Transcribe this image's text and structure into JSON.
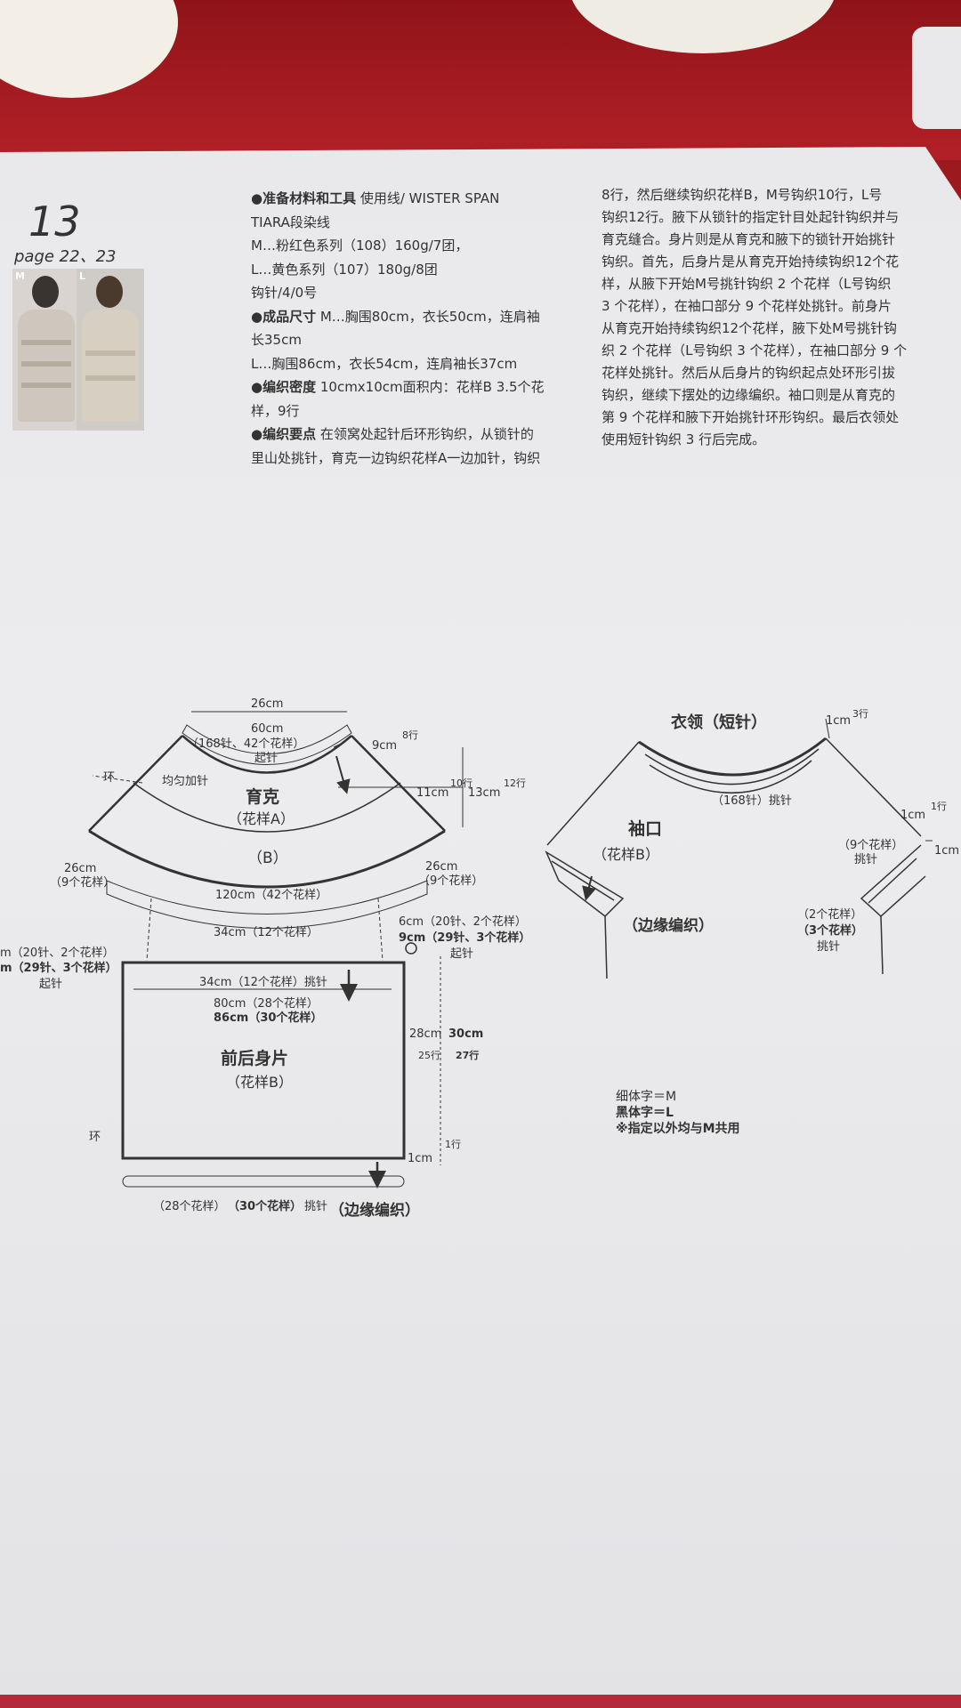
{
  "page": {
    "number": "13",
    "ref": "page 22、23",
    "photo_labels": [
      "M",
      "L"
    ]
  },
  "instructions_col1": [
    {
      "lead": "●准备材料和工具",
      "text": "  使用线/ WISTER SPAN"
    },
    {
      "lead": "",
      "text": "TIARA段染线"
    },
    {
      "lead": "",
      "text": "M…粉红色系列（108）160g/7团，"
    },
    {
      "lead": "",
      "text": "L…黄色系列（107）180g/8团"
    },
    {
      "lead": "",
      "text": "钩针/4/0号"
    },
    {
      "lead": "●成品尺寸",
      "text": "  M…胸围80cm，衣长50cm，连肩袖"
    },
    {
      "lead": "",
      "text": "长35cm"
    },
    {
      "lead": "",
      "text": "L…胸围86cm，衣长54cm，连肩袖长37cm"
    },
    {
      "lead": "●编织密度",
      "text": "  10cmx10cm面积内：花样B 3.5个花"
    },
    {
      "lead": "",
      "text": "样，9行"
    },
    {
      "lead": "●编织要点",
      "text": "  在领窝处起针后环形钩织，从锁针的"
    },
    {
      "lead": "",
      "text": "里山处挑针，育克一边钩织花样A一边加针，钩织"
    }
  ],
  "instructions_col2": [
    "8行，然后继续钩织花样B，M号钩织10行，L号",
    "钩织12行。腋下从锁针的指定针目处起针钩织并与",
    "育克缝合。身片则是从育克和腋下的锁针开始挑针",
    "钩织。首先，后身片是从育克开始持续钩织12个花",
    "样，从腋下开始M号挑针钩织 2 个花样（L号钩织",
    "3 个花样），在袖口部分 9 个花样处挑针。前身片",
    "从育克开始持续钩织12个花样，腋下处M号挑针钩",
    "织 2 个花样（L号钩织 3 个花样），在袖口部分 9 个",
    "花样处挑针。然后从后身片的钩织起点处环形引拔",
    "钩织，继续下摆处的边缘编织。袖口则是从育克的",
    "第 9 个花样和腋下开始挑针环形钩织。最后衣领处",
    "使用短针钩织 3 行后完成。"
  ],
  "yoke": {
    "top_width": "26cm",
    "neck_ch": "60cm",
    "neck_detail": "（168针、42个花样）",
    "start": "起针",
    "ring": "环",
    "increase": "均匀加针",
    "title": "育克",
    "pattern_a": "（花样A）",
    "pattern_b": "（B）",
    "left_side": "26cm",
    "left_side_sub": "（9个花样）",
    "right_side": "26cm",
    "right_side_sub": "（9个花样）",
    "bottom": "120cm（42个花样）",
    "sep_width": "34cm（12个花样）",
    "h9": "9cm",
    "h9_rows": "8行",
    "h11": "11cm",
    "h11_rows": "10行",
    "h13": "13cm",
    "h13_rows": "12行"
  },
  "body": {
    "left_m": "m（20针、2个花样）",
    "left_l": "m（29针、3个花样）",
    "left_start": "起针",
    "right_m": "6cm（20针、2个花样）",
    "right_l": "9cm（29针、3个花样）",
    "right_start": "起针",
    "pickup": "34cm（12个花样）挑针",
    "width_m": "80cm（28个花样）",
    "width_l": "86cm（30个花样）",
    "title": "前后身片",
    "pattern": "（花样B）",
    "ring": "环",
    "h_m": "28cm",
    "h_l": "30cm",
    "rows_m": "25行",
    "rows_l": "27行",
    "border_h": "1cm",
    "border_rows": "1行",
    "bottom_pickup_m": "（28个花样）",
    "bottom_pickup_l": "（30个花样）",
    "bottom_pickup_suffix": "挑针",
    "edge": "（边缘编织）"
  },
  "collar": {
    "title": "衣领（短针）",
    "size": "1cm",
    "rows": "3行",
    "pickup": "（168针）挑针",
    "sleeve": "袖口",
    "sleeve_pattern": "（花样B）",
    "edge": "（边缘编织）",
    "right_1cm": "1cm",
    "right_rows": "1行",
    "right_pick": "（9个花样）",
    "right_pick_suffix": "挑针",
    "far_right": "1cm",
    "underarm_m": "（2个花样）",
    "underarm_l": "（3个花样）",
    "underarm_suffix": "挑针"
  },
  "legend": [
    "细体字＝M",
    "黑体字＝L",
    "※指定以外均与M共用"
  ]
}
